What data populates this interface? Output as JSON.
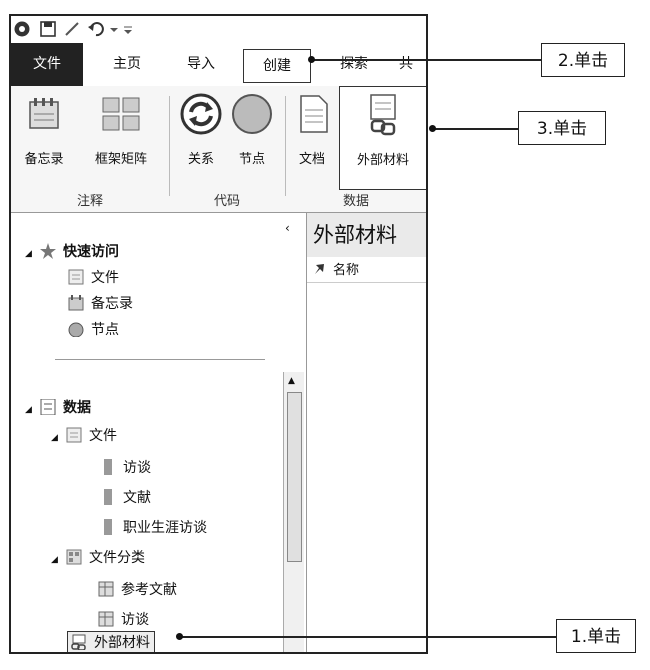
{
  "tabs": {
    "file": "文件",
    "home": "主页",
    "import": "导入",
    "create": "创建",
    "explore": "探索",
    "share": "共"
  },
  "ribbon": {
    "memo": "备忘录",
    "framework_matrix": "框架矩阵",
    "relation": "关系",
    "node": "节点",
    "document": "文档",
    "external_material": "外部材料",
    "group_annotation": "注释",
    "group_code": "代码",
    "group_data": "数据"
  },
  "nav": {
    "quick_access": "快速访问",
    "qa_file": "文件",
    "qa_memo": "备忘录",
    "qa_node": "节点",
    "data": "数据",
    "data_file": "文件",
    "interview": "访谈",
    "literature": "文献",
    "career_interview": "职业生涯访谈",
    "file_category": "文件分类",
    "references": "参考文献",
    "cat_interview": "访谈",
    "external_material": "外部材料"
  },
  "panel": {
    "title": "外部材料",
    "col_name": "名称"
  },
  "callouts": {
    "step1": "1.单击",
    "step2": "2.单击",
    "step3": "3.单击"
  },
  "icons": [
    "app-icon",
    "save-icon",
    "pen-icon",
    "undo-icon",
    "dropdown-icon",
    "memo-icon",
    "matrix-icon",
    "relation-icon",
    "node-icon",
    "document-icon",
    "external-icon",
    "star-icon",
    "file-icon",
    "folder-icon",
    "pin-icon"
  ]
}
